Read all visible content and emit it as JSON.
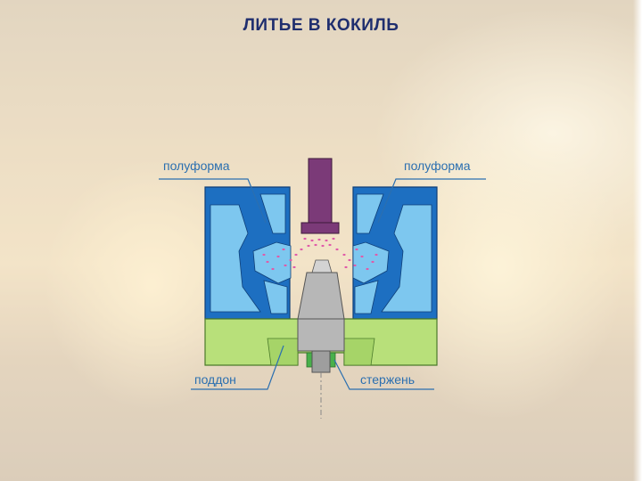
{
  "title": "ЛИТЬЕ В КОКИЛЬ",
  "labels": {
    "left_half_mold": "полуформа",
    "right_half_mold": "полуформа",
    "pallet": "поддон",
    "core": "стержень"
  },
  "colors": {
    "mold_dark_blue": "#1d6fc1",
    "mold_light_blue": "#7dc7ef",
    "pallet_green": "#b8e07a",
    "core_gray": "#b7b7b7",
    "punch_purple": "#7b3a78",
    "spray_pink": "#e05aa8",
    "label_blue": "#2b6fb0",
    "title_navy": "#1f2e6e"
  }
}
